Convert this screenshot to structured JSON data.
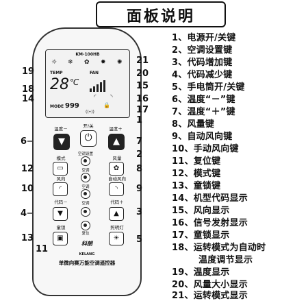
{
  "title": "面板说明",
  "remote": {
    "model": "KM-100HB",
    "screen": {
      "mode_icons": [
        "☼",
        "❄",
        "✿",
        "✹",
        "✺"
      ],
      "temp_label": "TEMP",
      "fan_label": "FAN",
      "temperature": "28",
      "degree": "℃",
      "mode_label": "MODE",
      "code": "999",
      "lock_icon": "🔒",
      "signal": "((•))"
    },
    "buttons": {
      "power_label": "开/关",
      "power_icon": "⏻",
      "temp_down_label": "温度－",
      "temp_down_icon": "▼",
      "temp_up_label": "温度＋",
      "temp_up_icon": "▲",
      "setting_label": "空调设置",
      "reset_label": "复位",
      "mode_label": "模式",
      "mode_icon": "▭",
      "fan_label": "风量",
      "fan_icon": "✿",
      "swing_manual_label": "风向",
      "swing_manual_icon": "◜",
      "swing_auto_label": "自动风向",
      "swing_auto_icon": "◝",
      "code_minus_label": "代码－",
      "code_minus_icon": "▼",
      "code_plus_label": "代码＋",
      "code_plus_icon": "▲",
      "lock_label": "童锁",
      "lock_icon": "▣",
      "light_label": "照明灯",
      "light_icon": "☀",
      "round_labels": [
        "空调",
        "空调",
        "空调"
      ]
    },
    "logo": "科朗",
    "brand": "KELANG",
    "subtitle": "单微向赛万能空调遥控器"
  },
  "callouts": [
    "1",
    "2",
    "3",
    "4",
    "5",
    "6",
    "7",
    "8",
    "9",
    "10",
    "11",
    "12",
    "13",
    "14",
    "15",
    "16",
    "17",
    "18",
    "19",
    "20",
    "21"
  ],
  "legend": [
    "1、电源开/关键",
    "2、空调设置键",
    "3、代码增加键",
    "4、代码减少键",
    "5、手电筒开/关键",
    "6、温度“－”键",
    "7、温度“＋”键",
    "8、风量键",
    "9、自动风向键",
    "10、手动风向键",
    "11、复位键",
    "12、模式键",
    "13、童锁键",
    "14、机型代码显示",
    "15、风向显示",
    "16、信号发射显示",
    "17、童锁显示",
    "18、运转模式为自动时",
    "温度调节显示",
    "19、温度显示",
    "20、风量大小显示",
    "21、运转模式显示"
  ]
}
